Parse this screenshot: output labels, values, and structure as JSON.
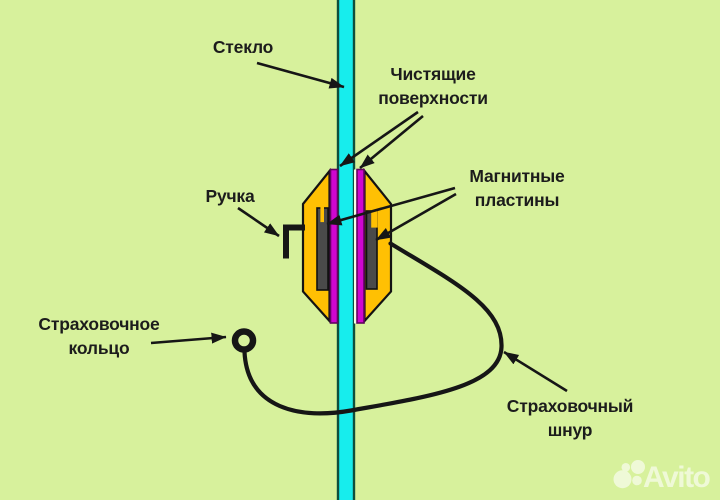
{
  "labels": {
    "glass": "Стекло",
    "cleaning_surfaces": "Чистящие\nповерхности",
    "handle": "Ручка",
    "magnetic_plates": "Магнитные\nпластины",
    "safety_ring": "Страховочное\nкольцо",
    "safety_cord": "Страховочный\nшнур"
  },
  "watermark": {
    "text": "Avito"
  },
  "colors": {
    "background": "#d7f19c",
    "glass": "#17eded",
    "glass_border": "#0e4f3c",
    "body": "#ffc003",
    "strip": "#cf06cf",
    "strip_border": "#62045f",
    "plate": "#4a4a4a",
    "line": "#161616",
    "label_text": "#1c1c1c",
    "watermark": "#ffffff"
  }
}
